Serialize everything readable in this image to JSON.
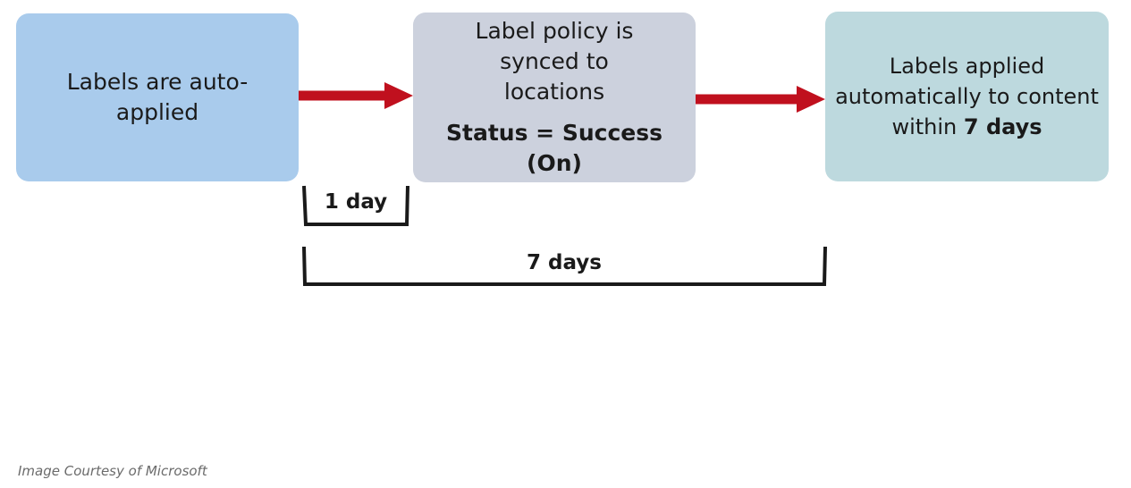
{
  "diagram": {
    "steps": [
      {
        "text": "Labels are auto-applied"
      },
      {
        "text": "Label policy is synced to locations",
        "status": "Status = Success (On)"
      },
      {
        "text_before": "Labels applied automatically to content within",
        "text_bold": "7 days"
      }
    ],
    "brackets": [
      {
        "label": "1 day"
      },
      {
        "label": "7 days"
      }
    ],
    "colors": {
      "step1_fill": "#a9cbec",
      "step2_fill": "#ccd1dd",
      "step3_fill": "#bdd9de",
      "arrow": "#c0101e",
      "bracket": "#1a1a1a"
    }
  },
  "credit": "Image Courtesy of Microsoft"
}
